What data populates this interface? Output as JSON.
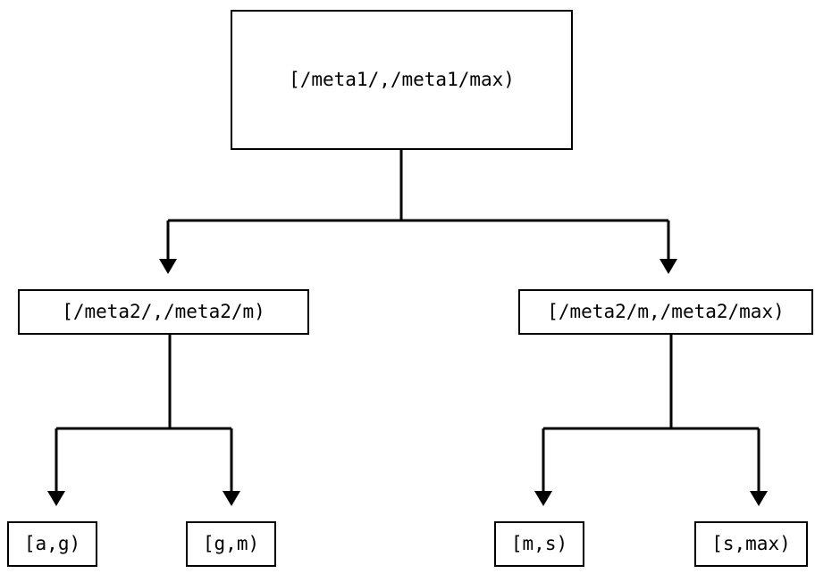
{
  "diagram": {
    "type": "tree",
    "title": "",
    "background_color": "#ffffff",
    "line_color": "#000000",
    "text_color": "#000000",
    "nodes": {
      "root": {
        "label": "[/meta1/,/meta1/max)"
      },
      "mid_left": {
        "label": "[/meta2/,/meta2/m)"
      },
      "mid_right": {
        "label": "[/meta2/m,/meta2/max)"
      },
      "leaf_1": {
        "label": "[a,g)"
      },
      "leaf_2": {
        "label": "[g,m)"
      },
      "leaf_3": {
        "label": "[m,s)"
      },
      "leaf_4": {
        "label": "[s,max)"
      }
    },
    "edges": [
      {
        "from": "root",
        "to": "mid_left",
        "arrow": "down-arrow"
      },
      {
        "from": "root",
        "to": "mid_right",
        "arrow": "down-arrow"
      },
      {
        "from": "mid_left",
        "to": "leaf_1",
        "arrow": "down-arrow"
      },
      {
        "from": "mid_left",
        "to": "leaf_2",
        "arrow": "down-arrow"
      },
      {
        "from": "mid_right",
        "to": "leaf_3",
        "arrow": "down-arrow"
      },
      {
        "from": "mid_right",
        "to": "leaf_4",
        "arrow": "down-arrow"
      }
    ]
  }
}
